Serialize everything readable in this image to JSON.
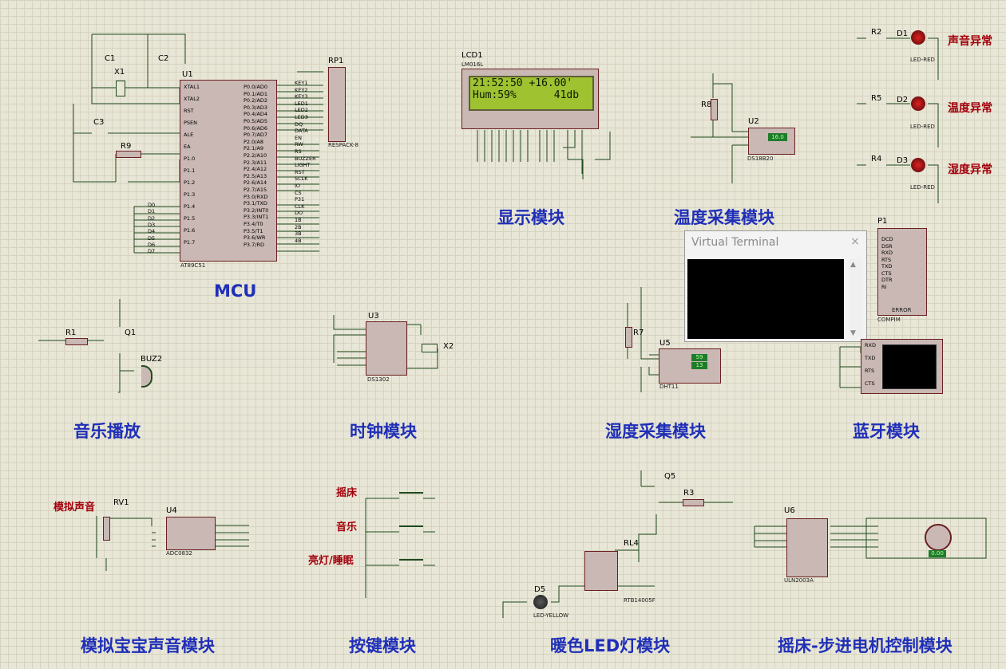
{
  "module_labels": {
    "mcu": "MCU",
    "display": "显示模块",
    "temperature": "温度采集模块",
    "music": "音乐播放",
    "clock": "时钟模块",
    "humidity": "湿度采集模块",
    "bluetooth": "蓝牙模块",
    "baby_voice": "模拟宝宝声音模块",
    "keys": "按键模块",
    "led_lamp": "暖色LED灯模块",
    "cradle_motor": "摇床-步进电机控制模块"
  },
  "alarm_labels": [
    "声音异常",
    "温度异常",
    "湿度异常"
  ],
  "key_labels": [
    "摇床",
    "音乐",
    "亮灯/睡眠"
  ],
  "simulated_sound_label": "模拟声音",
  "lcd": {
    "ref": "LCD1",
    "model": "LM016L",
    "line1": "21:52:50 +16.00'",
    "line2": "Hum:59%      41db"
  },
  "virtual_terminal": {
    "title": "Virtual Terminal",
    "close": "×"
  },
  "refs": {
    "u1": "U1",
    "u1_model": "AT89C51",
    "rp1": "RP1",
    "rp1_model": "RESPACK-8",
    "c1": "C1",
    "c2": "C2",
    "c3": "C3",
    "x1": "X1",
    "r9": "R9",
    "u2": "U2",
    "u2_model": "DS18B20",
    "u2_val": "16.0",
    "r8": "R8",
    "u3": "U3",
    "u3_model": "DS1302",
    "x2": "X2",
    "u4": "U4",
    "u4_model": "ADC0832",
    "rv1": "RV1",
    "u5": "U5",
    "u5_model": "DHT11",
    "u5_val1": "59",
    "u5_val2": "13",
    "r7": "R7",
    "u6": "U6",
    "u6_model": "ULN2003A",
    "motor_val": "0.00",
    "q1": "Q1",
    "q5": "Q5",
    "r1": "R1",
    "r3": "R3",
    "buz2": "BUZ2",
    "rl4": "RL4",
    "rl4_model": "RTB14005F",
    "d5": "D5",
    "d5_model": "LED-YELLOW",
    "p1": "P1",
    "p1_model": "COMPIM",
    "p1_error": "ERROR",
    "r2": "R2",
    "r5": "R5",
    "r4": "R4",
    "d1": "D1",
    "d2": "D2",
    "d3": "D3",
    "led_red": "LED-RED"
  },
  "u1_pins_left": [
    "XTAL1",
    "XTAL2",
    "RST",
    "PSEN",
    "ALE",
    "EA",
    "P1.0",
    "P1.1",
    "P1.2",
    "P1.3",
    "P1.4",
    "P1.5",
    "P1.6",
    "P1.7"
  ],
  "u1_pins_right": [
    "P0.0/AD0",
    "P0.1/AD1",
    "P0.2/AD2",
    "P0.3/AD3",
    "P0.4/AD4",
    "P0.5/AD5",
    "P0.6/AD6",
    "P0.7/AD7",
    "P2.0/A8",
    "P2.1/A9",
    "P2.2/A10",
    "P2.3/A11",
    "P2.4/A12",
    "P2.5/A13",
    "P2.6/A14",
    "P2.7/A15",
    "P3.0/RXD",
    "P3.1/TXD",
    "P3.2/INT0",
    "P3.3/INT1",
    "P3.4/T0",
    "P3.5/T1",
    "P3.6/WR",
    "P3.7/RD"
  ],
  "u1_nets_right": [
    "KEY1",
    "KEY2",
    "KEY3",
    "LED1",
    "LED2",
    "LED3",
    "DQ",
    "DATA",
    "EN",
    "RW",
    "RS",
    "BUZZER",
    "LIGHT",
    "RST",
    "SCLK",
    "IO",
    "CS",
    "P31",
    "CLK",
    "DO",
    "1B",
    "2B",
    "3B",
    "4B"
  ],
  "u1_nets_left": [
    "D0",
    "D1",
    "D2",
    "D3",
    "D4",
    "D5",
    "D6",
    "D7"
  ],
  "p1_pins": [
    "DCD",
    "DSR",
    "RXD",
    "RTS",
    "TXD",
    "CTS",
    "DTR",
    "RI"
  ],
  "bt_pins": [
    "RXD",
    "TXD",
    "RTS",
    "CTS"
  ],
  "colors": {
    "module_label": "#1f2fb8",
    "alarm_label": "#a3000b",
    "background": "#e8e6d6",
    "lcd": "#9ec230",
    "wire": "#1e4a1e"
  }
}
